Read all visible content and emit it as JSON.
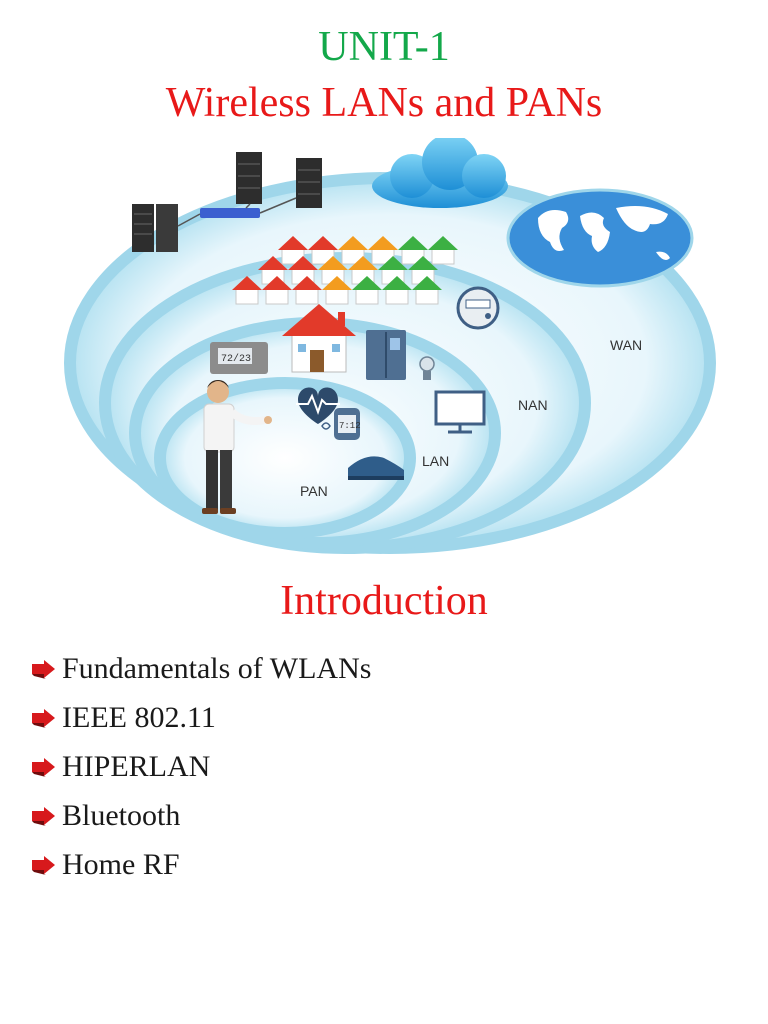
{
  "header": {
    "unit": "UNIT-1",
    "title": "Wireless LANs and PANs"
  },
  "illustration": {
    "zones": [
      "WAN",
      "NAN",
      "LAN",
      "PAN"
    ],
    "thermostat_display": "72/23",
    "watch_display": "7:12"
  },
  "section": {
    "heading": "Introduction",
    "topics": [
      "Fundamentals of WLANs",
      "IEEE 802.11",
      "HIPERLAN",
      "Bluetooth",
      "Home RF"
    ]
  },
  "colors": {
    "unit": "#13a84a",
    "title": "#e81919",
    "bullet": "#d7191c",
    "rings": "#9fd6ea"
  }
}
